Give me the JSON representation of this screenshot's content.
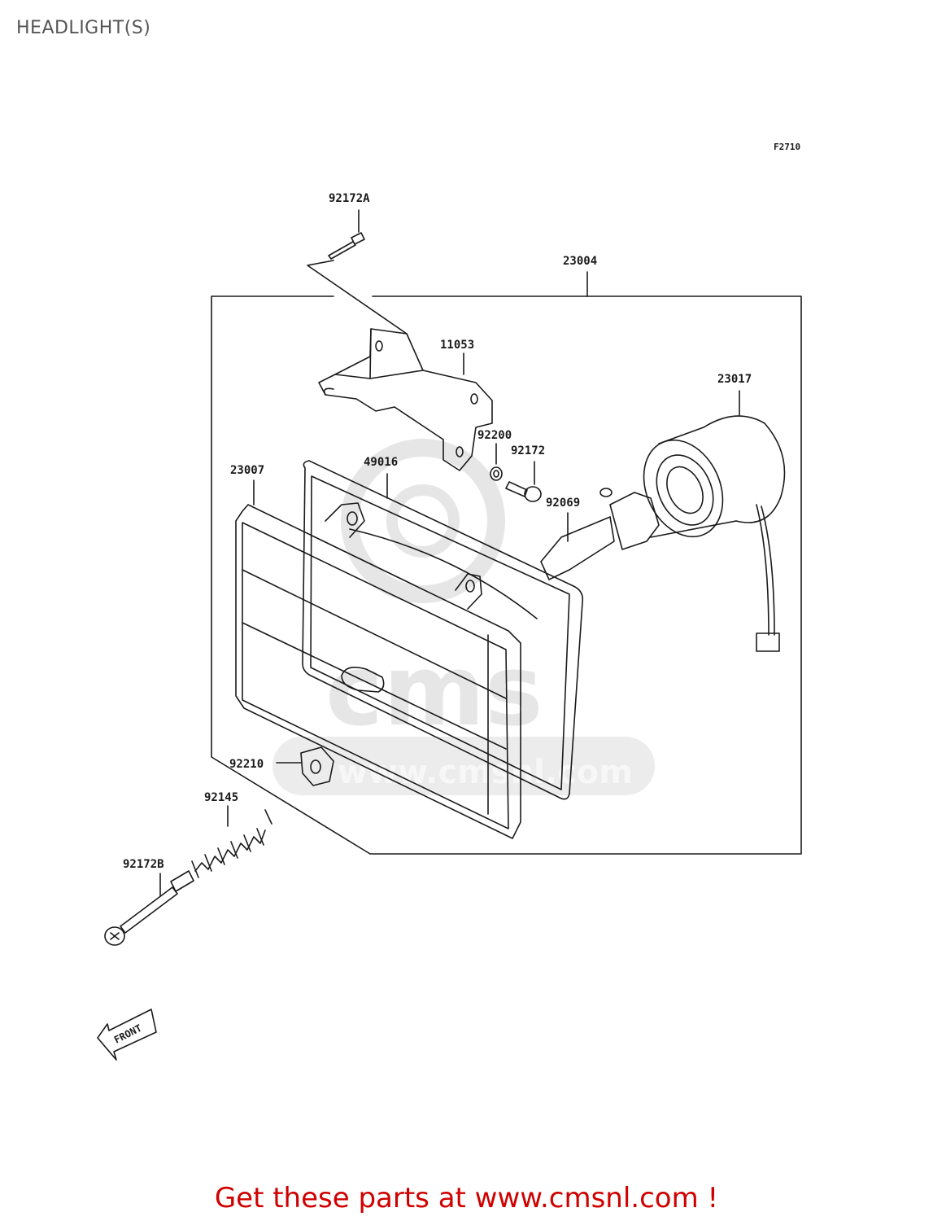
{
  "title": "HEADLIGHT(S)",
  "figure_code": "F2710",
  "front_label": "FRONT",
  "parts": {
    "p92172A": "92172A",
    "p23004": "23004",
    "p11053": "11053",
    "p23017": "23017",
    "p92200": "92200",
    "p92172": "92172",
    "p23007": "23007",
    "p49016": "49016",
    "p92069": "92069",
    "p92210": "92210",
    "p92145": "92145",
    "p92172B": "92172B"
  },
  "watermark": {
    "logo": "cms",
    "url": "www.cmsnl.com"
  },
  "footer": {
    "link_text": "Get these parts at www.cmsnl.com !"
  },
  "colors": {
    "footer": "#d00000",
    "title": "#555555",
    "line": "#1a1a1a",
    "watermark": "#e6e6e6"
  }
}
